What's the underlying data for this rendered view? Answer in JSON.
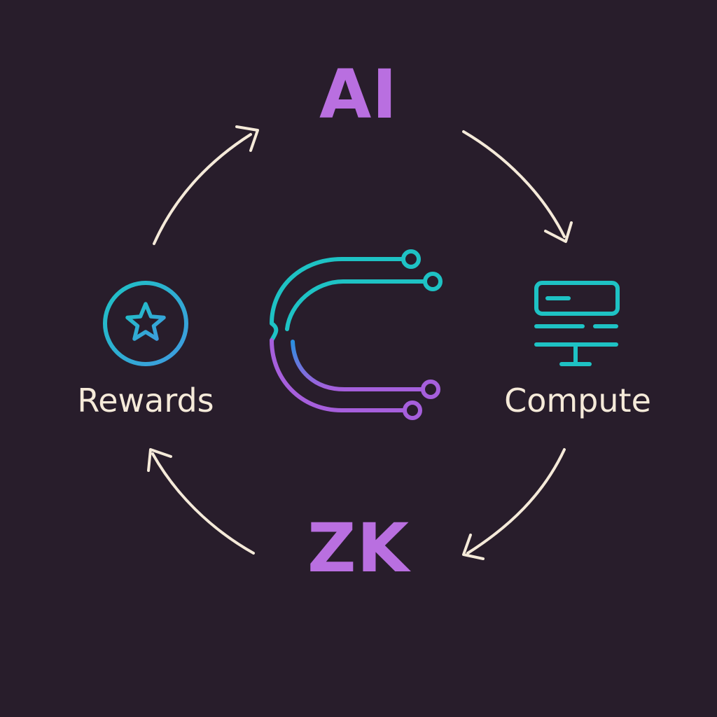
{
  "colors": {
    "background": "#281d2b",
    "ai_text": "#b96fe0",
    "zk_text": "#b96fe0",
    "label_text": "#f5ead9",
    "arrow": "#f5ead9",
    "teal": "#1ec2c4",
    "purple": "#a65fdc"
  },
  "nodes": {
    "ai": {
      "title": "AI"
    },
    "compute": {
      "label": "Compute",
      "icon": "computer-monitor-icon"
    },
    "zk": {
      "title": "ZK"
    },
    "rewards": {
      "label": "Rewards",
      "icon": "star-badge-icon"
    }
  },
  "center": {
    "icon": "circuit-c-logo-icon"
  },
  "cycle": {
    "direction": "clockwise",
    "sequence": [
      "ai",
      "compute",
      "zk",
      "rewards"
    ]
  }
}
